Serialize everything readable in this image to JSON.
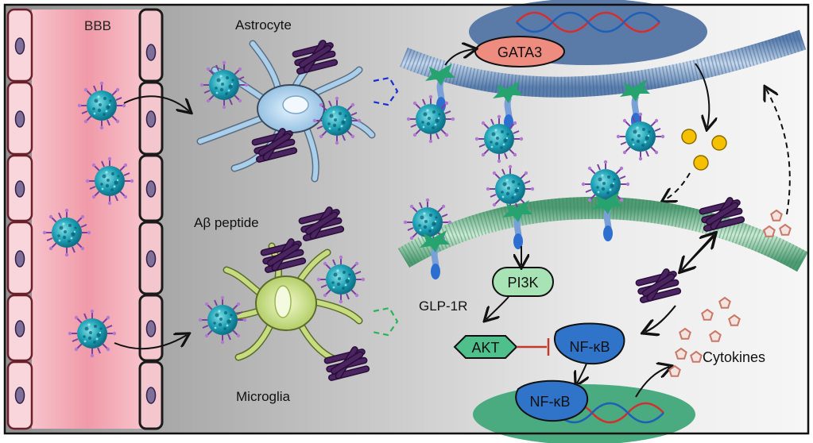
{
  "labels": {
    "bbb": "BBB",
    "astrocyte": "Astrocyte",
    "abeta": "Aβ peptide",
    "microglia": "Microglia",
    "gata3": "GATA3",
    "pi3k": "PI3K",
    "glp1r": "GLP-1R",
    "akt": "AKT",
    "nfkb_top": "NF-κB",
    "nfkb_bottom": "NF-κB",
    "cytokines": "Cytokines"
  },
  "colors": {
    "vessel": "#f2a9b4",
    "endothelial": "#f7ccd3",
    "nucleus_cell": "#8a7aa6",
    "astrocyte": "#9ec9e8",
    "microglia": "#c7de7f",
    "membrane_top": "#7a9cc4",
    "membrane_bottom": "#7fbf98",
    "gata3": "#ef8c80",
    "pi3k": "#a7e3b5",
    "akt": "#4fbf8c",
    "nfkb": "#2f74c9",
    "nucleus_top": "#3d5f8f",
    "nucleus_bottom": "#4aaa80",
    "inhibit": "#c0392b",
    "abeta": "#4a2560",
    "nanoparticle": "#2aa6b8"
  },
  "icons": {
    "nanoparticle": "nanoparticle-icon",
    "abeta": "abeta-aggregate-icon",
    "receptor": "glp1r-receptor-icon",
    "cytokine": "cytokine-pentagon-icon",
    "dna": "dna-helix-icon",
    "gata3_ligand": "yellow-ligand-icon"
  }
}
